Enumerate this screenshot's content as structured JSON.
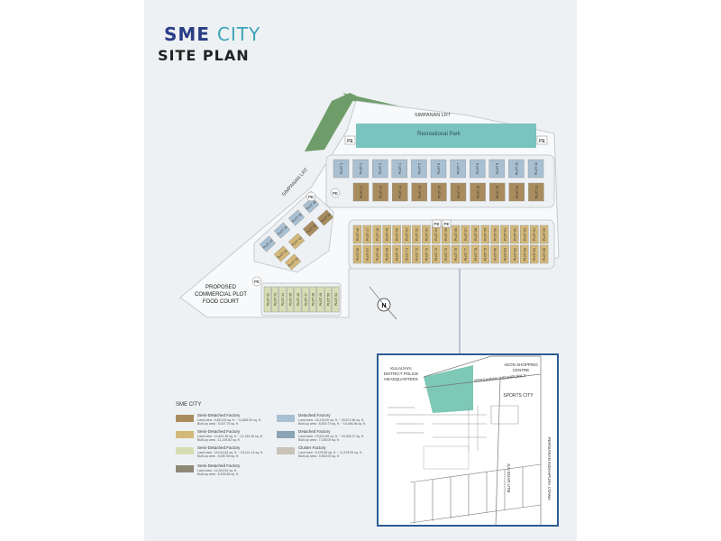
{
  "brand": {
    "sme": "SME",
    "city": "CITY"
  },
  "title": "SITE PLAN",
  "labels": {
    "simpanan_lrt_top": "SIMPANAN LRT",
    "simpanan_lrt_diag": "SIMPANAN LRT",
    "recreational_park": "Recreational Park",
    "pe": "PE",
    "commercial_1": "PROPOSED",
    "commercial_2": "COMMERCIAL PLOT",
    "commercial_3": "FOOD COURT",
    "north": "N"
  },
  "plots": {
    "top_row_upper": [
      "PLOT 1",
      "PLOT 2",
      "PLOT 3",
      "PLOT 4",
      "PLOT 5",
      "PLOT 6",
      "PLOT 7",
      "PLOT 8",
      "PLOT 9",
      "PLOT 10",
      "PLOT 11"
    ],
    "top_row_lower": [
      "PLOT 12",
      "PLOT 13",
      "PLOT 14",
      "PLOT 15",
      "PLOT 16",
      "PLOT 17",
      "PLOT 18",
      "PLOT 19",
      "PLOT 20",
      "PLOT 21"
    ],
    "west_cluster": [
      "PLOT 37",
      "PLOT 38",
      "PLOT 39",
      "PLOT 40",
      "PLOT 41",
      "PLOT 42",
      "PLOT 43",
      "PLOT 44",
      "PLOT 45"
    ],
    "middle_upper": [
      "PLOT 46",
      "PLOT 47",
      "PLOT 48",
      "PLOT 49",
      "PLOT 50",
      "PLOT 51",
      "PLOT 52",
      "PLOT 53",
      "PLOT 54",
      "PLOT 55",
      "PLOT 56",
      "PLOT 57",
      "PLOT 58",
      "PLOT 59",
      "PLOT 60",
      "PLOT 61",
      "PLOT 62",
      "PLOT 63",
      "PLOT 64",
      "PLOT 65"
    ],
    "middle_lower": [
      "PLOT 66",
      "PLOT 67",
      "PLOT 68",
      "PLOT 69",
      "PLOT 70",
      "PLOT 71",
      "PLOT 72",
      "PLOT 73",
      "PLOT 74",
      "PLOT 75",
      "PLOT 76",
      "PLOT 77",
      "PLOT 78",
      "PLOT 79",
      "PLOT 80",
      "PLOT 81",
      "PLOT 82",
      "PLOT 83",
      "PLOT 84",
      "PLOT 85"
    ],
    "south_block": [
      "PLOT 42",
      "PLOT 43",
      "PLOT 44",
      "PLOT 45",
      "PLOT 46",
      "PLOT 47",
      "PLOT 48",
      "PLOT 49",
      "PLOT 50",
      "PLOT 51"
    ]
  },
  "inset": {
    "kulaijaya": "KULAIJAYA",
    "police_1": "DISTRICT POLICE",
    "police_2": "HEADQUARTERS",
    "aeon_1": "AEON SHOPPING",
    "aeon_2": "CENTRE",
    "persiaran": "PERSIARAN INDAHPURA 2",
    "sports": "SPORTS CITY",
    "utama": "PERSIARAN INDAHPURA UTAMA",
    "edar": "JLN EDAR UTM"
  },
  "legend": {
    "title": "SME CITY",
    "items": [
      {
        "name": "Semi-Detached Factory",
        "l1": "Land area      : 9,810.00 sq. ft. ~ 11,865.00 sq. ft.",
        "l2": "Built-up area  : 5,027.75 sq. ft.",
        "color": "#a98c5e"
      },
      {
        "name": "Detached Factory",
        "l1": "Land area      : 18,130.00 sq. ft. ~ 28,671.56 sq. ft.",
        "l2": "Built-up area  : 8,800.75 sq. ft. ~ 16,464.96 sq. ft.",
        "color": "#a9c0d3"
      },
      {
        "name": "Semi-Detached Factory",
        "l1": "Land area      : 10,451.25 sq. ft. ~ 11,140.05 sq. ft.",
        "l2": "Built-up area  : 11,109.82 sq. ft.",
        "color": "#d3b87a"
      },
      {
        "name": "Detached Factory",
        "l1": "Land area      : 13,512.69 sq. ft. ~ 16,909.27 sq. ft.",
        "l2": "Built-up area  : 7,158.09 sq. ft.",
        "color": "#8aa3b5"
      },
      {
        "name": "Semi-Detached Factory",
        "l1": "Land area      : 16,014.84 sq. ft. ~ 18,141.14 sq. ft.",
        "l2": "Built-up area  : 5,987.55 sq. ft.",
        "color": "#d7ddb3"
      },
      {
        "name": "Cluster Factory",
        "l1": "Land area      : 8,478.98 sq. ft. ~ 11,978.05 sq. ft.",
        "l2": "Built-up area  : 5,563.93 sq. ft.",
        "color": "#c9c2b8"
      },
      {
        "name": "Semi-Detached Factory",
        "l1": "Land area      : 14,319.54 sq. ft.",
        "l2": "Built-up area  : 6,333.88 sq. ft.",
        "color": "#8f8877"
      }
    ]
  }
}
